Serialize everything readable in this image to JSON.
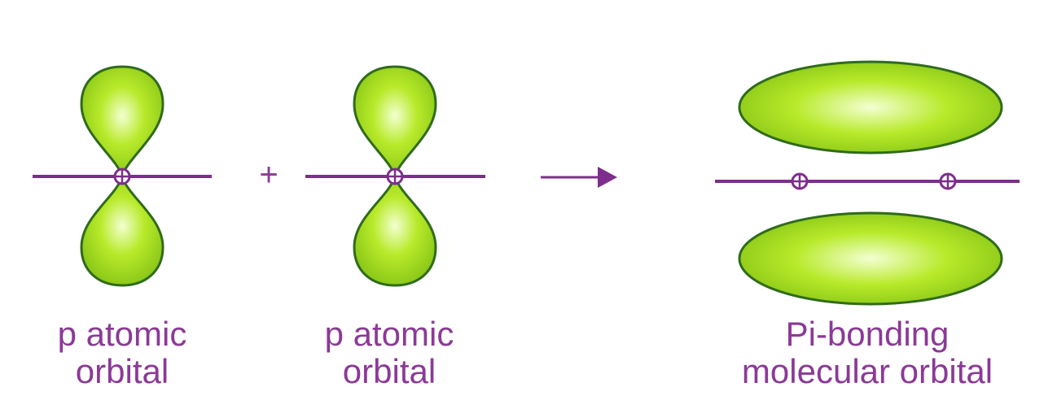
{
  "diagram": {
    "operator": "+",
    "left_orbital": {
      "line1": "p atomic",
      "line2": "orbital"
    },
    "middle_orbital": {
      "line1": "p atomic",
      "line2": "orbital"
    },
    "result_orbital": {
      "line1": "Pi-bonding",
      "line2": "molecular orbital"
    }
  },
  "colors": {
    "label": "#8b3a96",
    "axis": "#7d2e8c",
    "lobe_fill_center": "#f3ffd2",
    "lobe_fill_mid": "#b8ea2a",
    "lobe_fill_edge": "#86c416",
    "lobe_stroke": "#2f6b1c"
  }
}
